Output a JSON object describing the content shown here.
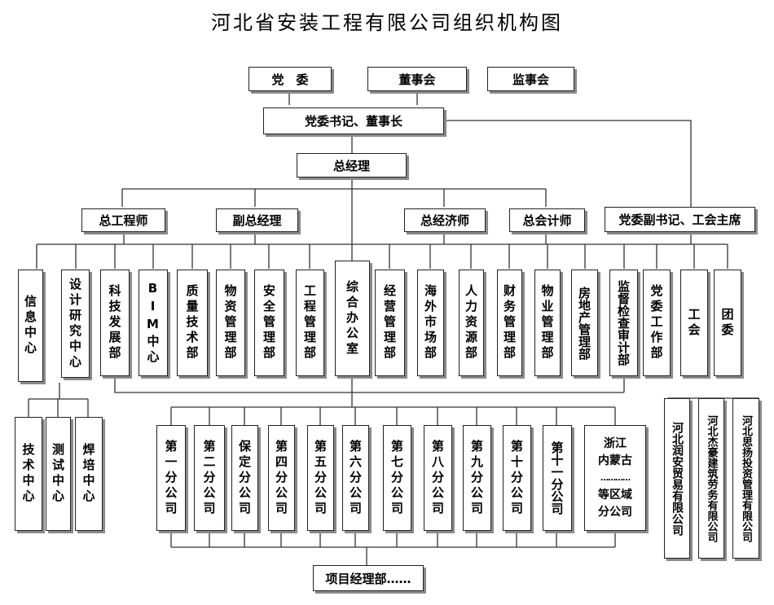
{
  "title": "河北省安装工程有限公司组织机构图",
  "top_bodies": {
    "party_committee": "党　委",
    "board": "董事会",
    "supervisory": "监事会",
    "secretary_chairman": "党委书记、董事长",
    "general_manager": "总经理"
  },
  "executives": {
    "chief_engineer": "总工程师",
    "deputy_gm": "副总经理",
    "chief_economist": "总经济师",
    "chief_accountant": "总会计师",
    "deputy_secretary": "党委副书记、工会主席"
  },
  "departments": [
    "信息中心",
    "设计研究中心",
    "科技发展部",
    "BIM中心",
    "质量技术部",
    "物资管理部",
    "安全管理部",
    "工程管理部",
    "综合办公室",
    "经营管理部",
    "海外市场部",
    "人力资源部",
    "财务管理部",
    "物业管理部",
    "房地产管理部",
    "监督检查审计部",
    "党委工作部",
    "工会",
    "团委"
  ],
  "centers": [
    "技术中心",
    "测试中心",
    "焊培中心"
  ],
  "branches": [
    "第一分公司",
    "第二分公司",
    "保定分公司",
    "第四分公司",
    "第五分公司",
    "第六分公司",
    "第七分公司",
    "第八分公司",
    "第九分公司",
    "第十分公司",
    "第十一分公司"
  ],
  "regional": {
    "line1": "浙江",
    "line2": "内蒙古",
    "line3": "…………",
    "line4": "等区域",
    "line5": "分公司"
  },
  "subsidiaries": [
    "河北润安贸易有限公司",
    "河北杰豪建筑劳务有限公司",
    "河北思扬投资管理有限公司"
  ],
  "project_dept": "项目经理部……"
}
